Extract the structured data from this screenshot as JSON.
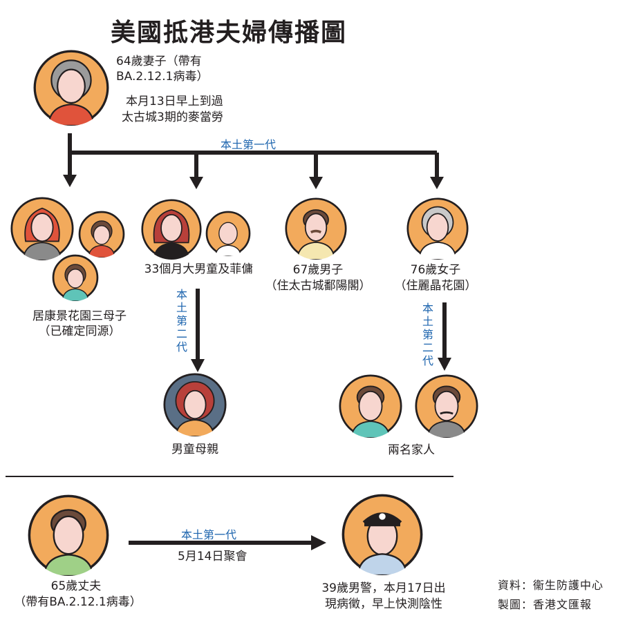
{
  "title": "美國抵港夫婦傳播圖",
  "patient_wife": {
    "line1": "64歲妻子（帶有",
    "line2": "BA.2.12.1病毒）",
    "note1": "本月13日早上到過",
    "note2": "太古城3期的麥當勞"
  },
  "edge_labels": {
    "first_gen_top": "本土第一代",
    "second_gen_left": [
      "本",
      "土",
      "第",
      "二",
      "代"
    ],
    "second_gen_right": [
      "本",
      "土",
      "第",
      "二",
      "代"
    ],
    "first_gen_bottom": "本土第一代",
    "gathering": "5月14日聚會"
  },
  "cases": {
    "family_three": {
      "line1": "居康景花園三母子",
      "line2": "（已確定同源）"
    },
    "boy_helper": {
      "line1": "33個月大男童及菲傭"
    },
    "man67": {
      "line1": "67歲男子",
      "line2": "（住太古城鄱陽閣）"
    },
    "woman76": {
      "line1": "76歲女子",
      "line2": "（住麗晶花園）"
    },
    "boy_mother": {
      "line1": "男童母親"
    },
    "two_family": {
      "line1": "兩名家人"
    },
    "husband": {
      "line1": "65歲丈夫",
      "line2": "（帶有BA.2.12.1病毒）"
    },
    "police": {
      "line1": "39歲男警，本月17日出",
      "line2": "現病徵，早上快測陰性"
    }
  },
  "source": {
    "line1": "資料：衞生防護中心",
    "line2": "製圖：香港文匯報"
  },
  "colors": {
    "avatar_bg": "#f2aa5c",
    "skin": "#f7d6cf",
    "outline": "#231f20",
    "label_blue": "#1c64ae"
  }
}
